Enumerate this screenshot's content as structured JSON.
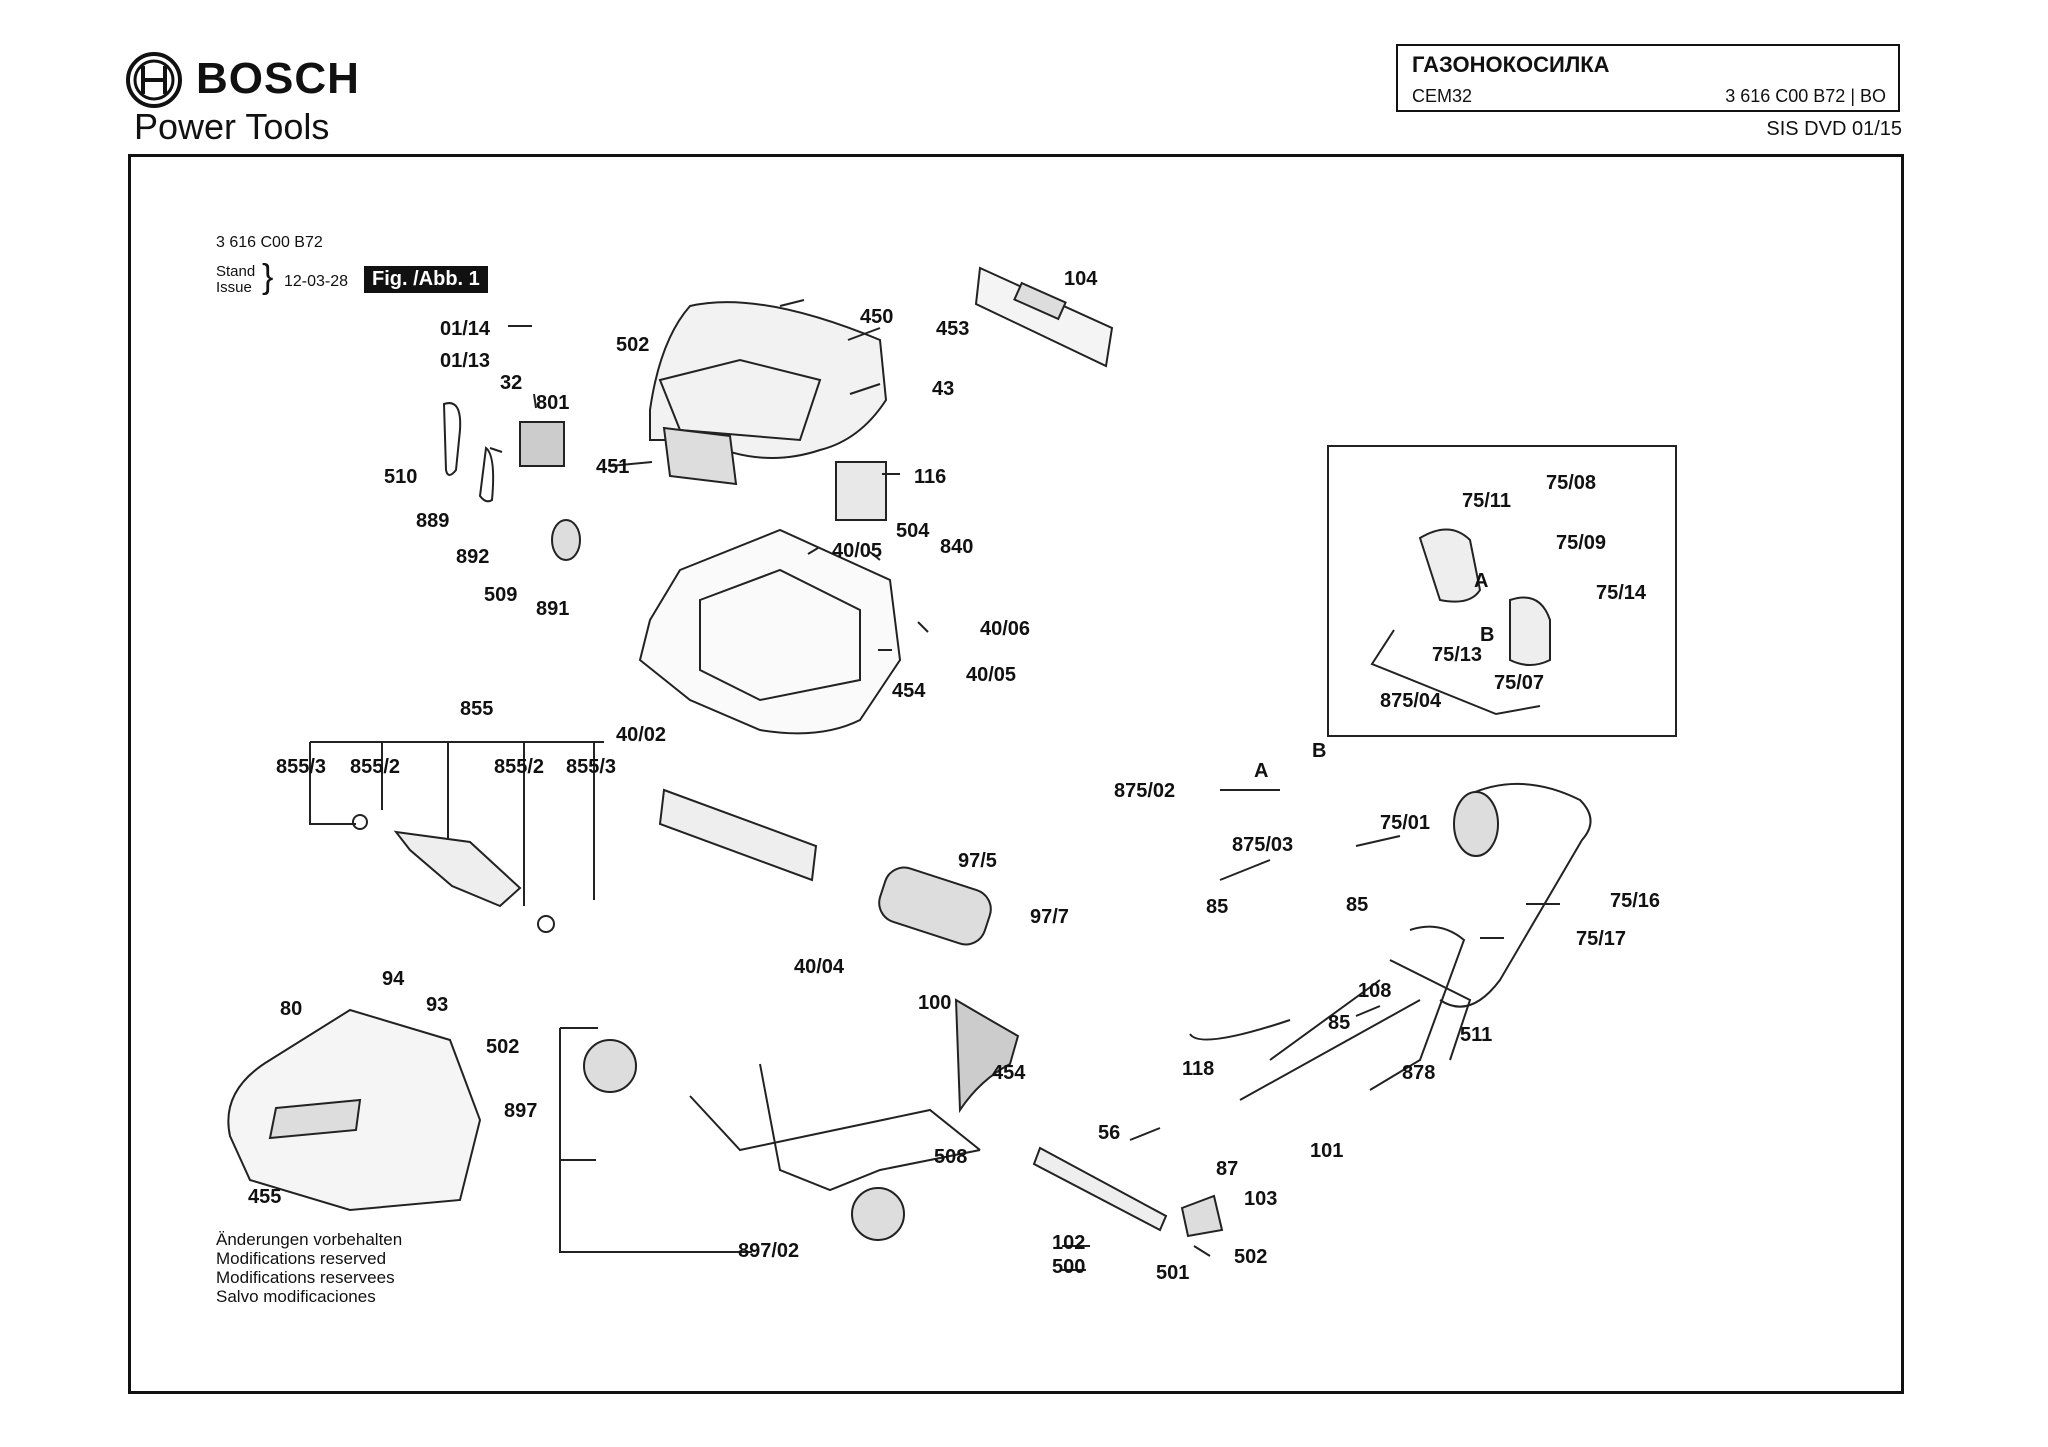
{
  "header": {
    "brand": "BOSCH",
    "brand_sub": "Power Tools",
    "product_title": "ГАЗОНОКОСИЛКА",
    "model": "CEM32",
    "part_number": "3 616 C00 B72 | BO",
    "source": "SIS DVD 01/15"
  },
  "sheet": {
    "number": "3 616 C00 B72",
    "stand_label_1": "Stand",
    "stand_label_2": "Issue",
    "date": "12-03-28",
    "figure": "Fig. /Abb. 1"
  },
  "notes": [
    "Änderungen vorbehalten",
    "Modifications reserved",
    "Modifications reservees",
    "Salvo modificaciones"
  ],
  "labels": {
    "l104": "104",
    "l450": "450",
    "l453": "453",
    "l43": "43",
    "l502a": "502",
    "l451": "451",
    "l116": "116",
    "l0114": "01/14",
    "l0113": "01/13",
    "l32": "32",
    "l801": "801",
    "l510": "510",
    "l889": "889",
    "l892": "892",
    "l509": "509",
    "l891": "891",
    "l4005a": "40/05",
    "l504": "504",
    "l840": "840",
    "l4006": "40/06",
    "l4005b": "40/05",
    "l454a": "454",
    "l855": "855",
    "l8553a": "855/3",
    "l8552a": "855/2",
    "l8552b": "855/2",
    "l8553b": "855/3",
    "l94": "94",
    "l93": "93",
    "l502b": "502",
    "l4002": "40/02",
    "l975": "97/5",
    "l977": "97/7",
    "l4004": "40/04",
    "l80": "80",
    "l455": "455",
    "l897": "897",
    "l89702": "897/02",
    "l100": "100",
    "l454b": "454",
    "l508": "508",
    "l56": "56",
    "l87": "87",
    "l103": "103",
    "l102": "102",
    "l500": "500",
    "l501": "501",
    "l502c": "502",
    "l7511": "75/11",
    "l7508": "75/08",
    "l7509": "75/09",
    "l7514": "75/14",
    "l7513": "75/13",
    "l7507": "75/07",
    "l87504": "875/04",
    "lA1": "A",
    "lB1": "B",
    "l87502": "875/02",
    "lA2": "A",
    "lB2": "B",
    "l87503": "875/03",
    "l7501": "75/01",
    "l85a": "85",
    "l85b": "85",
    "l85c": "85",
    "l7516": "75/16",
    "l7517": "75/17",
    "l108": "108",
    "l118": "118",
    "l878": "878",
    "l511": "511",
    "l101": "101"
  }
}
